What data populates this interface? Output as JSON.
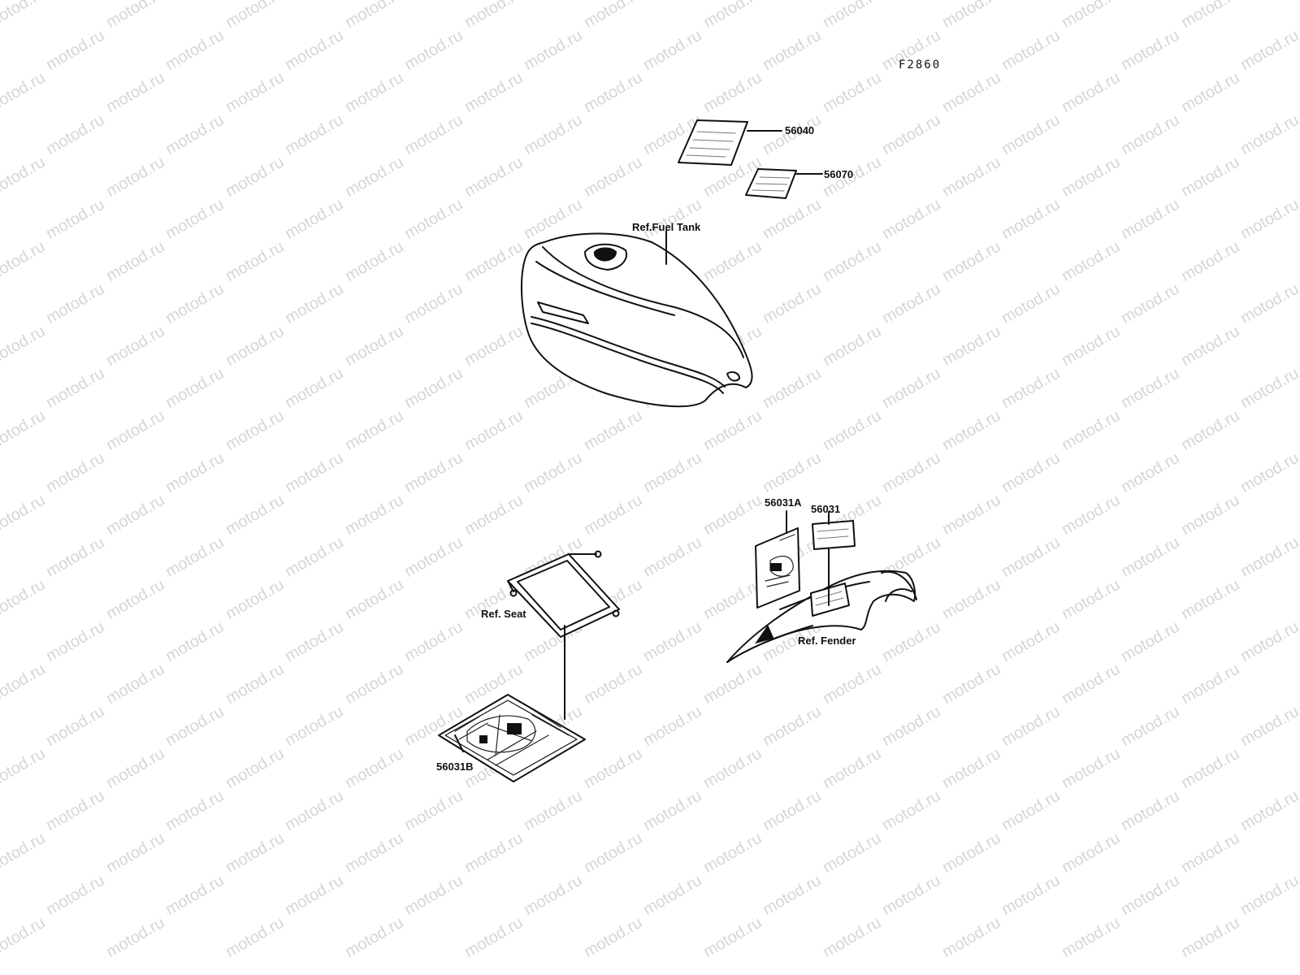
{
  "watermark": "motod.ru",
  "figure_number": "F2860",
  "labels": {
    "p56040": "56040",
    "p56070": "56070",
    "ref_fuel_tank": "Ref.Fuel Tank",
    "p56031A": "56031A",
    "p56031": "56031",
    "ref_seat": "Ref. Seat",
    "ref_fender": "Ref. Fender",
    "p56031B": "56031B"
  },
  "colors": {
    "line": "#111111",
    "watermark": "#d6d6d6",
    "background": "#ffffff"
  }
}
